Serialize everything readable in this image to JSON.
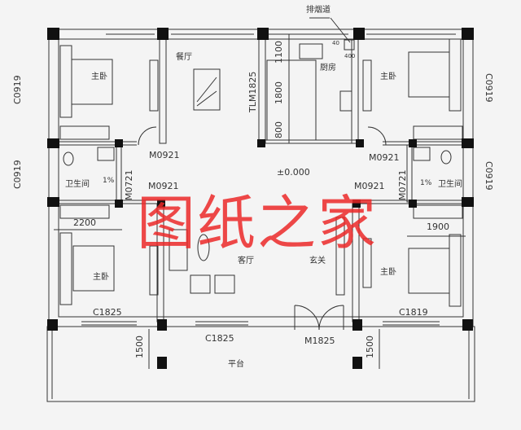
{
  "rooms": {
    "master_bedroom": "主卧",
    "dining": "餐厅",
    "kitchen": "厨房",
    "bathroom": "卫生间",
    "living": "客厅",
    "foyer": "玄关",
    "platform": "平台",
    "flue": "排烟道"
  },
  "labels": {
    "tlm": "TLM1825",
    "window_c0919": "C0919",
    "door_m0921": "M0921",
    "door_m0721": "M0721",
    "door_m1825": "M1825",
    "window_c1825": "C1825",
    "window_c1819": "C1819",
    "elevation": "±0.000",
    "slope": "1%"
  },
  "dimensions": {
    "d1100": "1100",
    "d1800": "1800",
    "d800": "800",
    "d40": "40",
    "d400": "400",
    "d2200": "2200",
    "d1900": "1900",
    "d1500": "1500"
  },
  "watermark": "图纸之家",
  "colors": {
    "lines": "#333333",
    "columns": "#111111",
    "watermark": "#eb2828"
  }
}
